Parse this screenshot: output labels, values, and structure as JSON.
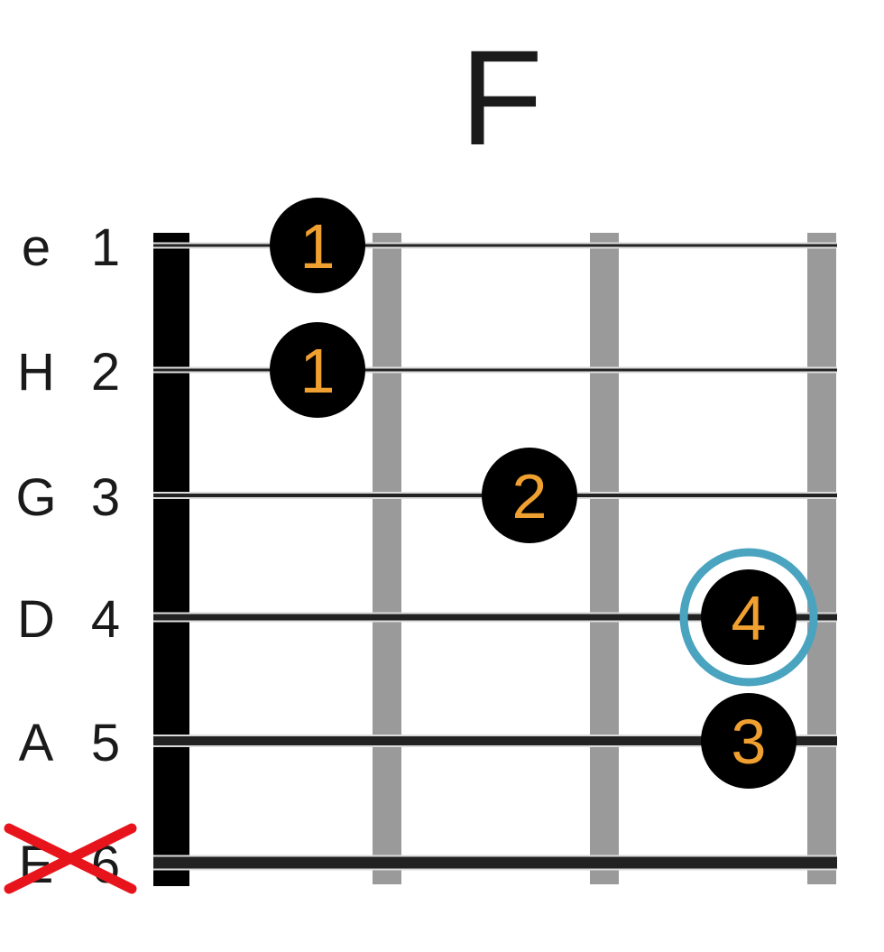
{
  "title": "F",
  "strings": [
    {
      "name": "e",
      "number": "1",
      "muted": false
    },
    {
      "name": "H",
      "number": "2",
      "muted": false
    },
    {
      "name": "G",
      "number": "3",
      "muted": false
    },
    {
      "name": "D",
      "number": "4",
      "muted": false
    },
    {
      "name": "A",
      "number": "5",
      "muted": false
    },
    {
      "name": "E",
      "number": "6",
      "muted": true
    }
  ],
  "fingerings": [
    {
      "string": 1,
      "fret": 1,
      "finger": "1",
      "highlighted": false
    },
    {
      "string": 2,
      "fret": 1,
      "finger": "1",
      "highlighted": false
    },
    {
      "string": 3,
      "fret": 2,
      "finger": "2",
      "highlighted": false
    },
    {
      "string": 4,
      "fret": 3,
      "finger": "4",
      "highlighted": true
    },
    {
      "string": 5,
      "fret": 3,
      "finger": "3",
      "highlighted": false
    }
  ],
  "fret_count": 3,
  "colors": {
    "nut": "#000000",
    "fret": "#9a9a9a",
    "string": "#222222",
    "dot": "#000000",
    "finger_text": "#f0a030",
    "highlight_ring": "#4aa3bf",
    "mute_mark": "#e8141c",
    "label": "#1a1a1a"
  }
}
